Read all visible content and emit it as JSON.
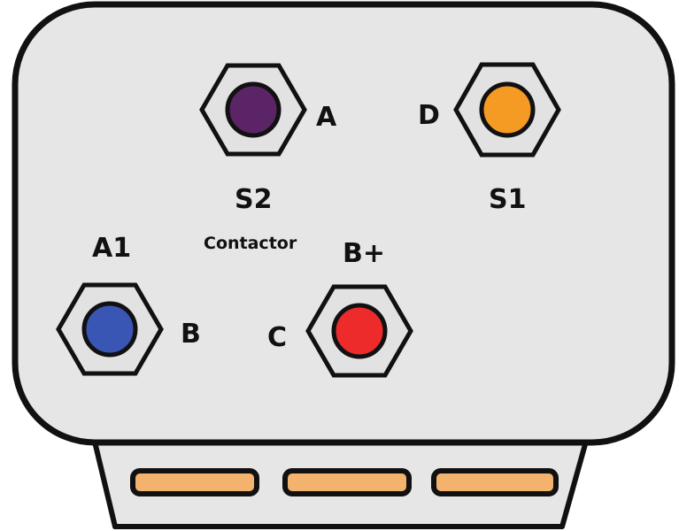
{
  "terminals": [
    {
      "id": "s2",
      "name": "S2",
      "side_letter": "A",
      "color": "#5a2467"
    },
    {
      "id": "s1",
      "name": "S1",
      "side_letter": "D",
      "color": "#f59a23"
    },
    {
      "id": "a1",
      "name": "A1",
      "side_letter": "B",
      "color": "#3a56b5"
    },
    {
      "id": "bplus",
      "name": "B+",
      "side_letter": "C",
      "color": "#ee2b2b"
    }
  ],
  "device_label": "Contactor",
  "colors": {
    "housing": "#e6e6e6",
    "outline": "#111111",
    "hex_fill": "#e2e2e2",
    "slot_fill": "#f3b26d"
  }
}
